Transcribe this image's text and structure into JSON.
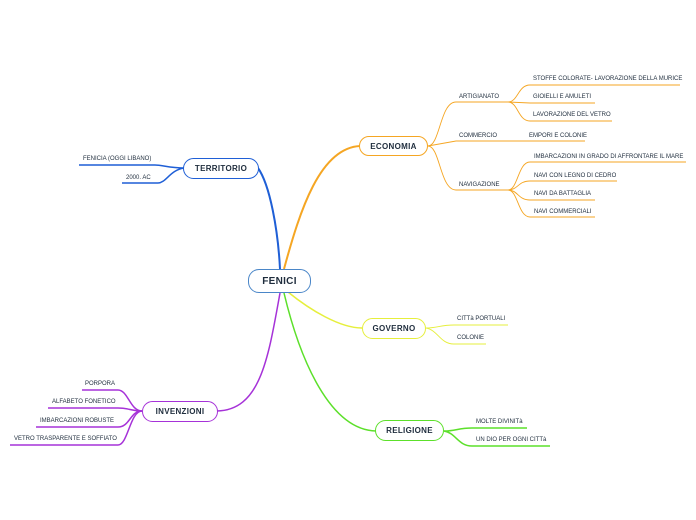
{
  "central": {
    "label": "FENICI",
    "color": "#4a86c8"
  },
  "branches": {
    "territorio": {
      "label": "TERRITORIO",
      "color": "#1f5fd6",
      "items": [
        "FENICIA (OGGI LIBANO)",
        "2000. AC"
      ]
    },
    "economia": {
      "label": "ECONOMIA",
      "color": "#f5a623",
      "groups": [
        {
          "label": "ARTIGIANATO",
          "items": [
            "STOFFE COLORATE- LAVORAZIONE DELLA MURICE",
            "GIOIELLI E AMULETI",
            "LAVORAZIONE DEL VETRO"
          ]
        },
        {
          "label": "COMMERCIO",
          "items": [
            "EMPORI E COLONIE"
          ]
        },
        {
          "label": "NAVIGAZIONE",
          "items": [
            "IMBARCAZIONI IN GRADO DI AFFRONTARE IL MARE",
            "NAVI CON LEGNO DI CEDRO",
            "NAVI DA BATTAGLIA",
            "NAVI COMMERCIALI"
          ]
        }
      ]
    },
    "governo": {
      "label": "GOVERNO",
      "color": "#e6ef3c",
      "items": [
        "CITTà PORTUALI",
        "COLONIE"
      ]
    },
    "religione": {
      "label": "RELIGIONE",
      "color": "#5ce02a",
      "items": [
        "MOLTE DIVINITà",
        "UN DIO PER OGNI CITTà"
      ]
    },
    "invenzioni": {
      "label": "INVENZIONI",
      "color": "#a632d8",
      "items": [
        "PORPORA",
        "ALFABETO FONETICO",
        "IMBARCAZIONI ROBUSTE",
        "VETRO TRASPARENTE E SOFFIATO"
      ]
    }
  }
}
